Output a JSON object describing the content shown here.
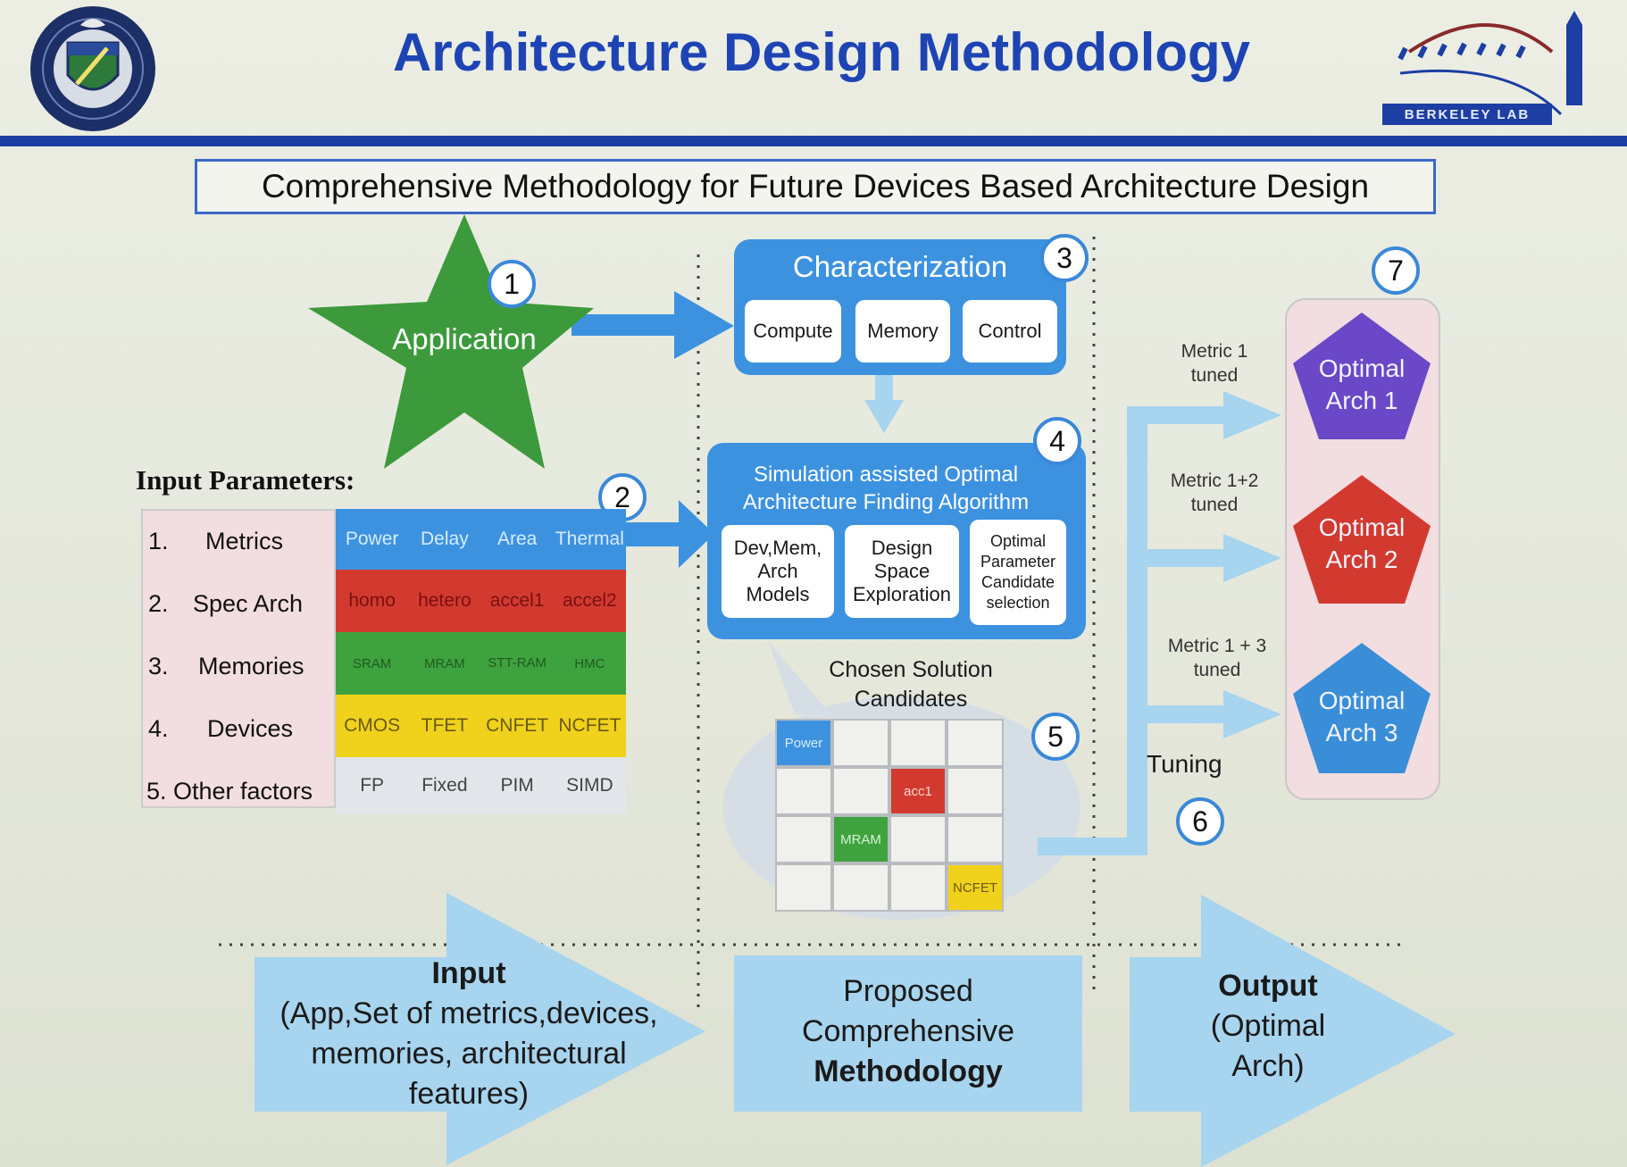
{
  "slide": {
    "title": "Architecture Design Methodology",
    "subtitle": "Comprehensive Methodology for Future Devices Based Architecture Design",
    "logo_right": "BERKELEY LAB"
  },
  "colors": {
    "title_blue": "#1e44b4",
    "panel_blue": "#3d92e0",
    "star_green": "#3c9a3c",
    "red": "#d23a30",
    "green": "#3ea33e",
    "yellow": "#f0d21c",
    "purple": "#6a48c8",
    "arrow_light": "#a7d4ee"
  },
  "badges": [
    "1",
    "2",
    "3",
    "4",
    "5",
    "6",
    "7"
  ],
  "application": {
    "label": "Application"
  },
  "input_parameters": {
    "heading": "Input Parameters:",
    "rows": [
      {
        "num": "1.",
        "label": "Metrics",
        "values": [
          "Power",
          "Delay",
          "Area",
          "Thermal"
        ]
      },
      {
        "num": "2.",
        "label": "Spec Arch",
        "values": [
          "homo",
          "hetero",
          "accel1",
          "accel2"
        ]
      },
      {
        "num": "3.",
        "label": "Memories",
        "values": [
          "SRAM",
          "MRAM",
          "STT-RAM",
          "HMC"
        ]
      },
      {
        "num": "4.",
        "label": "Devices",
        "values": [
          "CMOS",
          "TFET",
          "CNFET",
          "NCFET"
        ]
      },
      {
        "num": "5.",
        "label": "Other factors",
        "values": [
          "FP",
          "Fixed",
          "PIM",
          "SIMD"
        ]
      }
    ]
  },
  "characterization": {
    "title": "Characterization",
    "items": [
      "Compute",
      "Memory",
      "Control"
    ]
  },
  "simulation": {
    "title_line1": "Simulation assisted Optimal",
    "title_line2": "Architecture Finding Algorithm",
    "items": [
      {
        "line1": "Dev,Mem,",
        "line2": "Arch",
        "line3": "Models"
      },
      {
        "line1": "Design",
        "line2": "Space",
        "line3": "Exploration"
      },
      {
        "line1": "Optimal",
        "line2": "Parameter",
        "line3": "Candidate",
        "line4": "selection"
      }
    ]
  },
  "candidates": {
    "label_line1": "Chosen Solution",
    "label_line2": "Candidates",
    "cells": [
      "Power",
      "acc1",
      "MRAM",
      "NCFET"
    ]
  },
  "tuning": {
    "label": "Tuning",
    "metrics": [
      {
        "line1": "Metric 1",
        "line2": "tuned"
      },
      {
        "line1": "Metric 1+2",
        "line2": "tuned"
      },
      {
        "line1": "Metric 1 + 3",
        "line2": "tuned"
      }
    ]
  },
  "outputs": [
    {
      "line1": "Optimal",
      "line2": "Arch 1"
    },
    {
      "line1": "Optimal",
      "line2": "Arch 2"
    },
    {
      "line1": "Optimal",
      "line2": "Arch 3"
    }
  ],
  "bottom": {
    "input": {
      "title": "Input",
      "line1": "(App,Set of metrics,devices,",
      "line2": "memories, architectural",
      "line3": "features)"
    },
    "method": {
      "line1": "Proposed",
      "line2": "Comprehensive",
      "line3": "Methodology"
    },
    "output": {
      "title": "Output",
      "line1": "(Optimal",
      "line2": "Arch)"
    }
  }
}
